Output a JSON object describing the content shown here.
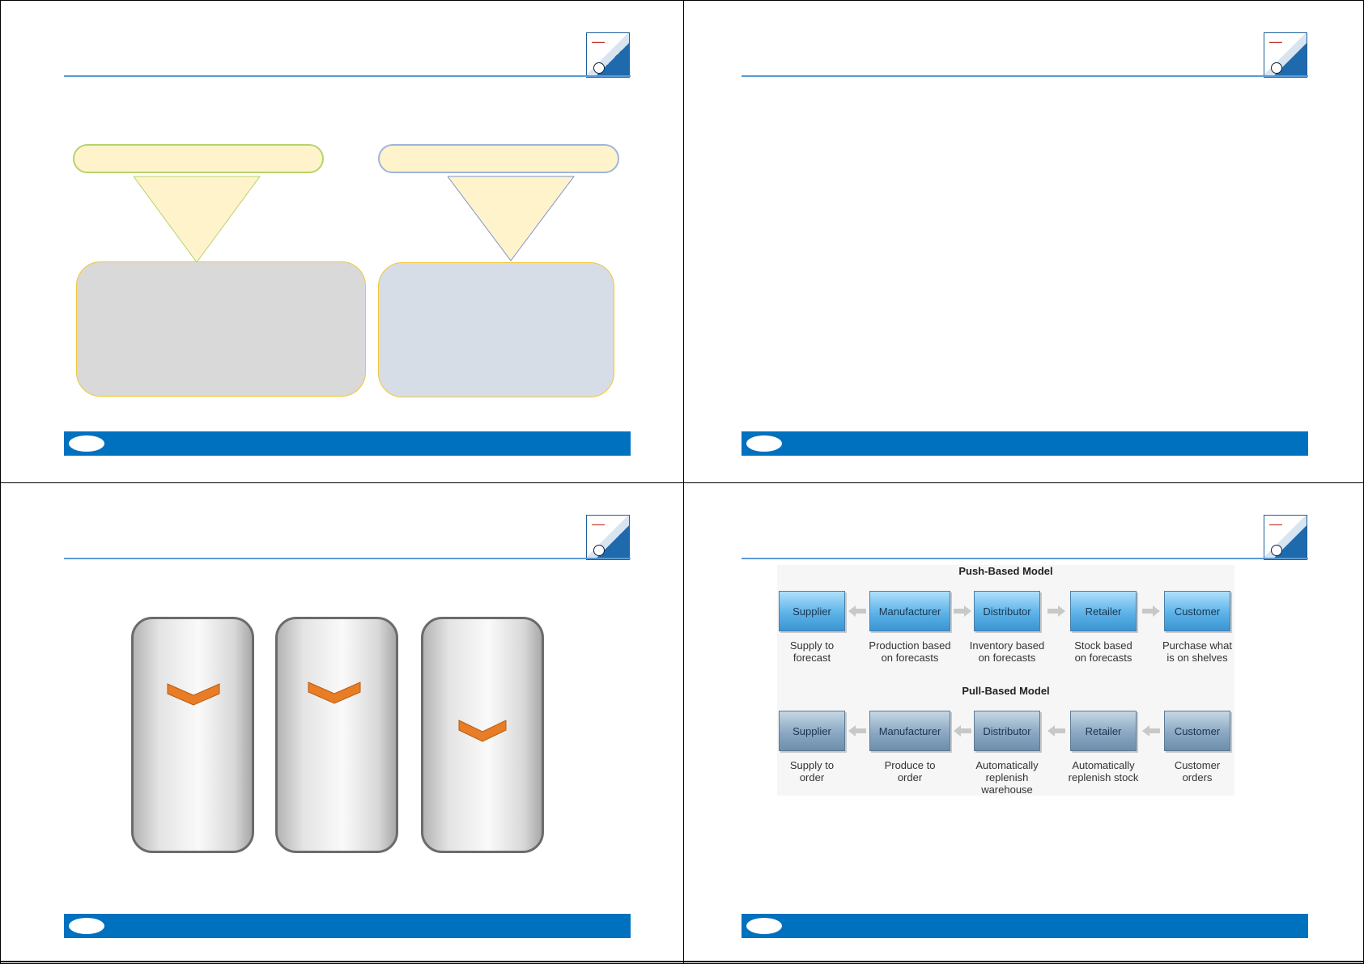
{
  "colors": {
    "accent_rule": "#5b9bd5",
    "footer_bar": "#0071bf",
    "pill_fill": "#fff3cc",
    "box_gray": "#d9d9d9",
    "box_blue_gray": "#d6dde6",
    "chevron_orange": "#e87d26",
    "push_blue": "#5db3e8",
    "pull_gray_blue": "#8aa8c3"
  },
  "logo": {
    "icon": "publisher-book-logo"
  },
  "diagram": {
    "push": {
      "title": "Push-Based Model",
      "nodes": [
        "Supplier",
        "Manufacturer",
        "Distributor",
        "Retailer",
        "Customer"
      ],
      "captions": [
        [
          "Supply to",
          "forecast"
        ],
        [
          "Production based",
          "on forecasts"
        ],
        [
          "Inventory based",
          "on forecasts"
        ],
        [
          "Stock based",
          "on forecasts"
        ],
        [
          "Purchase what",
          "is on shelves"
        ]
      ]
    },
    "pull": {
      "title": "Pull-Based Model",
      "nodes": [
        "Supplier",
        "Manufacturer",
        "Distributor",
        "Retailer",
        "Customer"
      ],
      "captions": [
        [
          "Supply to",
          "order"
        ],
        [
          "Produce to",
          "order"
        ],
        [
          "Automatically",
          "replenish",
          "warehouse"
        ],
        [
          "Automatically",
          "replenish stock"
        ],
        [
          "Customer",
          "orders"
        ]
      ]
    }
  }
}
